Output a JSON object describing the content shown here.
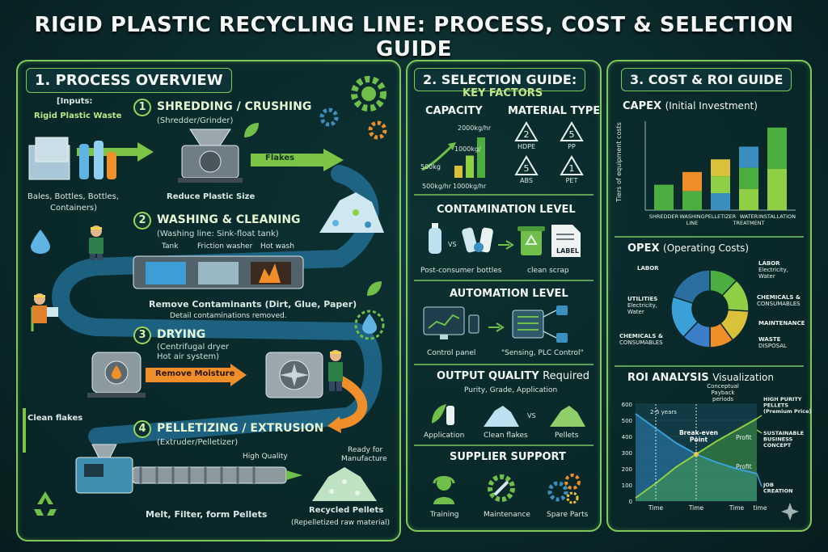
{
  "title": "RIGID PLASTIC RECYCLING LINE: PROCESS, COST & SELECTION GUIDE",
  "colors": {
    "accent": "#7fc95a",
    "flow_blue": "#3b9fd6",
    "flow_orange": "#f0902a",
    "background": "#0b2a2c"
  },
  "process": {
    "heading": "1. PROCESS OVERVIEW",
    "inputs_label": "[Inputs:",
    "inputs_value": "Rigid Plastic Waste",
    "inputs_caption_1": "Bales, Bottles, Bottles,",
    "inputs_caption_2": "Containers)",
    "clean_flakes": "Clean flakes",
    "steps": [
      {
        "num": "1",
        "title": "SHREDDING / CRUSHING",
        "sub": "(Shredder/Grinder)",
        "arrow_label": "Flakes",
        "result": "Reduce Plastic Size"
      },
      {
        "num": "2",
        "title": "WASHING & CLEANING",
        "sub": "(Washing line: Sink-float tank)",
        "labels": [
          "Tank",
          "Friction washer",
          "Hot wash"
        ],
        "result": "Remove Contaminants (Dirt, Glue, Paper)",
        "note": "Detail contaminations removed."
      },
      {
        "num": "3",
        "title": "DRYING",
        "sub": "(Centrifugal dryer",
        "sub2": "Hot air system)",
        "arrow_label": "Remove Moisture"
      },
      {
        "num": "4",
        "title": "PELLETIZING / EXTRUSION",
        "sub": "(Extruder/Pelletizer)",
        "quality": "High Quality",
        "ready_1": "Ready for",
        "ready_2": "Manufacture",
        "result": "Melt, Filter, form Pellets",
        "output": "Recycled Pellets",
        "output_sub": "(Repelletized raw material)"
      }
    ]
  },
  "selection": {
    "heading": "2. SELECTION GUIDE:",
    "subheading": "KEY FACTORS",
    "capacity": {
      "label": "CAPACITY",
      "top": "2000kg/hr",
      "mid": "1000kg/",
      "low": "500kg",
      "axis_1": "500kg/hr",
      "axis_2": "1000kg/hr",
      "bars": [
        0.3,
        0.55,
        1.0
      ]
    },
    "material": {
      "label": "MATERIAL TYPE",
      "items": [
        {
          "code": "2",
          "name": "HDPE"
        },
        {
          "code": "5",
          "name": "PP"
        },
        {
          "code": "5",
          "name": "ABS"
        },
        {
          "code": "1",
          "name": "PET"
        }
      ]
    },
    "contamination": {
      "label": "CONTAMINATION LEVEL",
      "vs": "VS",
      "bin_label": "LABEL",
      "left": "Post-consumer bottles",
      "right": "clean scrap"
    },
    "automation": {
      "label": "AUTOMATION LEVEL",
      "left": "Control panel",
      "right": "\"Sensing, PLC Control\""
    },
    "output": {
      "label": "OUTPUT QUALITY",
      "label2": "Required",
      "sub": "Purity, Grade, Application",
      "items": [
        "Application",
        "Clean flakes",
        "Pellets"
      ],
      "vs": "VS"
    },
    "support": {
      "label": "SUPPLIER SUPPORT",
      "items": [
        "Training",
        "Maintenance",
        "Spare Parts"
      ]
    }
  },
  "cost": {
    "heading": "3. COST & ROI GUIDE",
    "capex": {
      "label": "CAPEX",
      "label2": "(Initial Investment)",
      "ylabel": "Tiers of equipment costs"
    },
    "opex": {
      "label": "OPEX",
      "label2": "(Operating Costs)"
    },
    "roi": {
      "label": "ROI ANALYSIS",
      "label2": "Visualization"
    }
  },
  "chart_data": [
    {
      "type": "bar",
      "title": "CAPEX (Initial Investment)",
      "ylabel": "Tiers of equipment costs",
      "categories": [
        "SHREDDER",
        "WASHING LINE",
        "PELLETIZER",
        "WATER TREATMENT",
        "INSTALLATION"
      ],
      "values": [
        2,
        3,
        4,
        5,
        6.5
      ],
      "ylim": [
        0,
        7
      ]
    },
    {
      "type": "pie",
      "title": "OPEX (Operating Costs)",
      "categories": [
        "LABOR",
        "LABOR Electricity, Water",
        "CHEMICALS & CONSUMABLES",
        "MAINTENANCE",
        "WASTE DISPOSAL",
        "CHEMICALS & CONSUMABLES",
        "UTILITIES Electricity, Water"
      ],
      "values": [
        12,
        14,
        14,
        10,
        12,
        18,
        20
      ],
      "colors": [
        "#4cae3f",
        "#8fcf45",
        "#d9c23a",
        "#f08f2a",
        "#3a7fc8",
        "#3aa0d8",
        "#2b6fa0"
      ]
    },
    {
      "type": "line",
      "title": "ROI ANALYSIS Visualization",
      "ylim": [
        0,
        600
      ],
      "yticks": [
        0,
        100,
        200,
        300,
        400,
        500,
        600
      ],
      "xticks": [
        "Time",
        "Time",
        "Time",
        "time"
      ],
      "annotations": [
        "2-5 years",
        "Conceptual Payback periods",
        "Break-even Point",
        "Profit",
        "Profit",
        "HIGH PURITY PELLETS (Premium Price)",
        "SUSTAINABLE BUSINESS CONCEPT",
        "JOB CREATION"
      ],
      "series": [
        {
          "values": [
            540,
            450,
            360,
            290,
            240,
            200,
            170
          ]
        },
        {
          "values": [
            20,
            110,
            210,
            290,
            370,
            440,
            510
          ]
        }
      ]
    }
  ]
}
